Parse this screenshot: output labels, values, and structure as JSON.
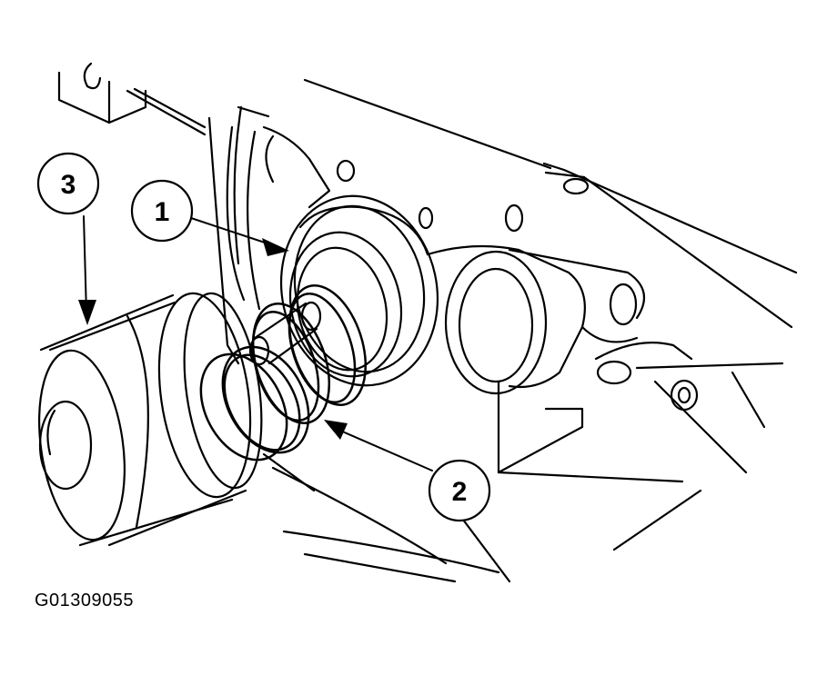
{
  "figure": {
    "id": "G01309055"
  },
  "callouts": [
    {
      "label": "1"
    },
    {
      "label": "2"
    },
    {
      "label": "3"
    }
  ],
  "colors": {
    "line": "#000000",
    "background": "#ffffff"
  }
}
